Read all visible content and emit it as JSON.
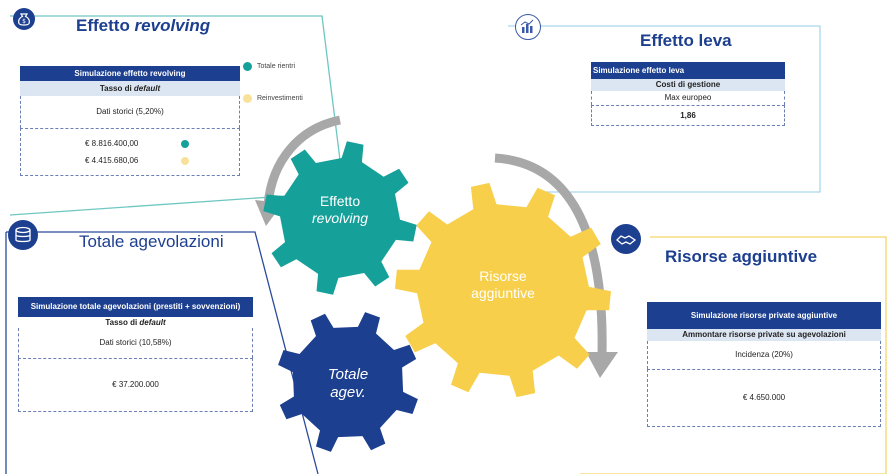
{
  "colors": {
    "navy": "#1d3f8f",
    "teal": "#16a09a",
    "yellow": "#f7cf4a",
    "light_yellow": "#f8e29a",
    "gray_arrow": "#a8a8a8",
    "pale_blue": "#dce6f2"
  },
  "revolving": {
    "title_main": "Effetto ",
    "title_italic": "revolving",
    "icon": "money-bag-icon",
    "table_header": "Simulazione effetto revolving",
    "sub_header_plain": "Tasso di ",
    "sub_header_italic": "default",
    "row1": "Dati storici (5,20%)",
    "value1": "€ 8.816.400,00",
    "value2": "€ 4.415.680,06",
    "legend": [
      {
        "label": "Totale rientri",
        "color": "#16a09a"
      },
      {
        "label": "Reinvestimenti",
        "color": "#f8e29a"
      }
    ]
  },
  "leva": {
    "title": "Effetto leva",
    "icon": "chart-icon",
    "table_header": "Simulazione effetto leva",
    "sub_header": "Costi di gestione",
    "row1": "Max europeo",
    "value": "1,86"
  },
  "agevolazioni": {
    "title": "Totale agevolazioni",
    "icon": "coins-icon",
    "table_header": "Simulazione totale agevolazioni (prestiti + sovvenzioni)",
    "sub_header_plain": "Tasso di ",
    "sub_header_italic": "default",
    "row1": "Dati storici (10,58%)",
    "value": "€   37.200.000"
  },
  "risorse": {
    "title": "Risorse aggiuntive",
    "icon": "handshake-icon",
    "table_header": "Simulazione risorse private aggiuntive",
    "sub_header": "Ammontare risorse private su agevolazioni",
    "row1": "Incidenza (20%)",
    "value": "€   4.650.000"
  },
  "gears": {
    "revolving_line1": "Effetto",
    "revolving_line2": "revolving",
    "risorse_line1": "Risorse",
    "risorse_line2": "aggiuntive",
    "totale_line1": "Totale",
    "totale_line2": "agev."
  }
}
